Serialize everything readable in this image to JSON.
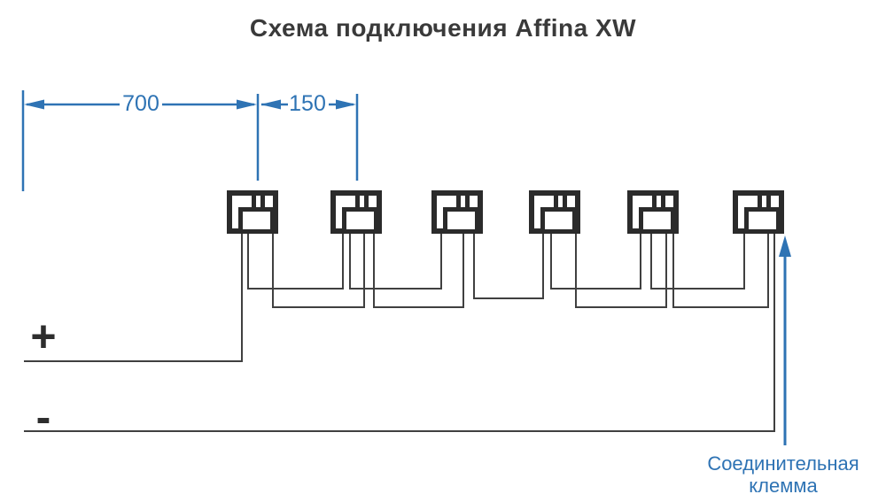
{
  "title": "Схема подключения Affina XW",
  "dimensions": {
    "first": "700",
    "second": "150"
  },
  "polarity": {
    "positive": "+",
    "negative": "-"
  },
  "callout": {
    "line1": "Соединительная",
    "line2": "клемма"
  },
  "connectors": {
    "count": 6
  },
  "colors": {
    "accent_blue": "#2E73B4",
    "wire_gray": "#404040",
    "symbol_black": "#2B2B2B",
    "title_gray": "#3A3A3A"
  }
}
